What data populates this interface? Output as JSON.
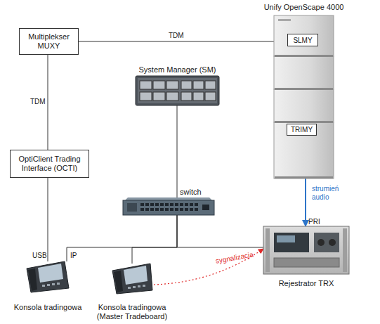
{
  "diagram": {
    "nodes": [
      {
        "text": [
          "Multiplekser MUXY"
        ]
      },
      {
        "text": [
          "Unify OpenScape 4000"
        ]
      },
      {
        "text": [
          "SLMY"
        ],
        "in": 1
      },
      {
        "text": [
          "TRIMY"
        ],
        "in": 1
      },
      {
        "text": [
          "System Manager (SM)"
        ]
      },
      {
        "text": [
          "switch"
        ]
      },
      {
        "text": [
          "OptiClient Trading Interface (OCTI)"
        ]
      },
      {
        "text": [
          "Konsola tradingowa"
        ]
      },
      {
        "text": [
          "Konsola tradingowa (Master Tradeboard)"
        ]
      },
      {
        "text": [
          "Rejestrator TRX"
        ]
      }
    ],
    "edges": [
      {
        "from": 0,
        "to": 2,
        "label": "TDM",
        "arrow": "none"
      },
      {
        "from": 0,
        "to": 6,
        "label": "TDM",
        "arrow": "none"
      },
      {
        "from": 6,
        "to": 7,
        "label": "USB",
        "arrow": "none"
      },
      {
        "from": 4,
        "to": 5,
        "arrow": "none"
      },
      {
        "from": 5,
        "to": 7,
        "label": "IP",
        "arrow": "none"
      },
      {
        "from": 5,
        "to": 8,
        "arrow": "none"
      },
      {
        "from": 5,
        "to": 9,
        "arrow": "none"
      },
      {
        "from": 3,
        "to": 9,
        "label": "strumień audio",
        "arrow": "to"
      },
      {
        "from": 8,
        "to": 9,
        "label": "sygnalizacja",
        "arrow": "to"
      }
    ],
    "labels": [
      "PRI"
    ]
  }
}
